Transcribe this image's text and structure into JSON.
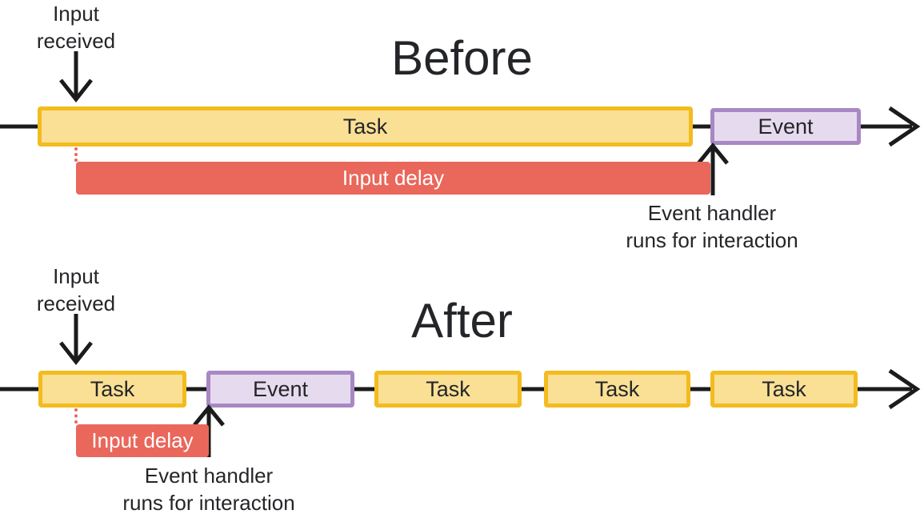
{
  "colors": {
    "task_fill": "#FAE095",
    "task_border": "#F3BB1E",
    "event_fill": "#E6DBEE",
    "event_border": "#A888C4",
    "delay_fill": "#E9675B",
    "delay_text": "#FFFFFF",
    "text": "#242528",
    "arrow": "#1B1B1B",
    "background": "#FFFFFF"
  },
  "before": {
    "title": "Before",
    "input_label": "Input received",
    "bars": [
      {
        "type": "task",
        "label": "Task"
      },
      {
        "type": "event",
        "label": "Event"
      }
    ],
    "delay_label": "Input delay",
    "handler_line1": "Event handler",
    "handler_line2": "runs for interaction"
  },
  "after": {
    "title": "After",
    "input_label": "Input received",
    "bars": [
      {
        "type": "task",
        "label": "Task"
      },
      {
        "type": "event",
        "label": "Event"
      },
      {
        "type": "task",
        "label": "Task"
      },
      {
        "type": "task",
        "label": "Task"
      },
      {
        "type": "task",
        "label": "Task"
      }
    ],
    "delay_label": "Input delay",
    "handler_line1": "Event handler",
    "handler_line2": "runs for interaction"
  }
}
